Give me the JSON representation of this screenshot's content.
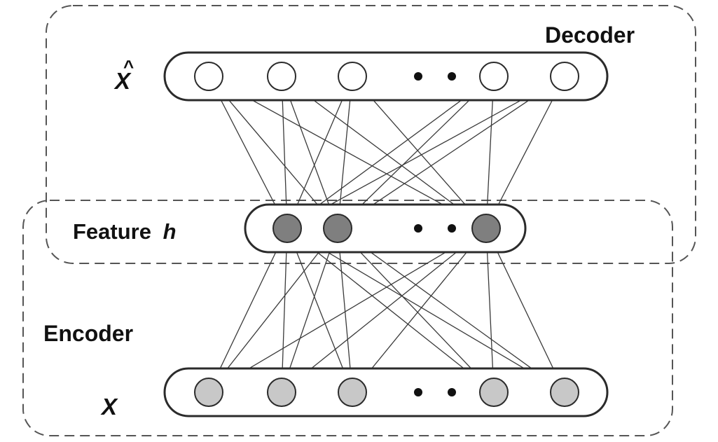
{
  "labels": {
    "decoder": "Decoder",
    "encoder": "Encoder",
    "feature_prefix": "Feature",
    "feature_var": "h",
    "output_var": "X",
    "output_hat": "^",
    "input_var": "X"
  },
  "colors": {
    "output_node": "#ffffff",
    "hidden_node": "#7f7f7f",
    "input_node": "#c8c8c8",
    "stroke": "#2b2b2b",
    "dashed_box": "#555555"
  },
  "layers": {
    "output": {
      "visible_nodes": 5,
      "ellipsis": true
    },
    "hidden": {
      "visible_nodes": 3,
      "ellipsis": true
    },
    "input": {
      "visible_nodes": 5,
      "ellipsis": true
    }
  }
}
